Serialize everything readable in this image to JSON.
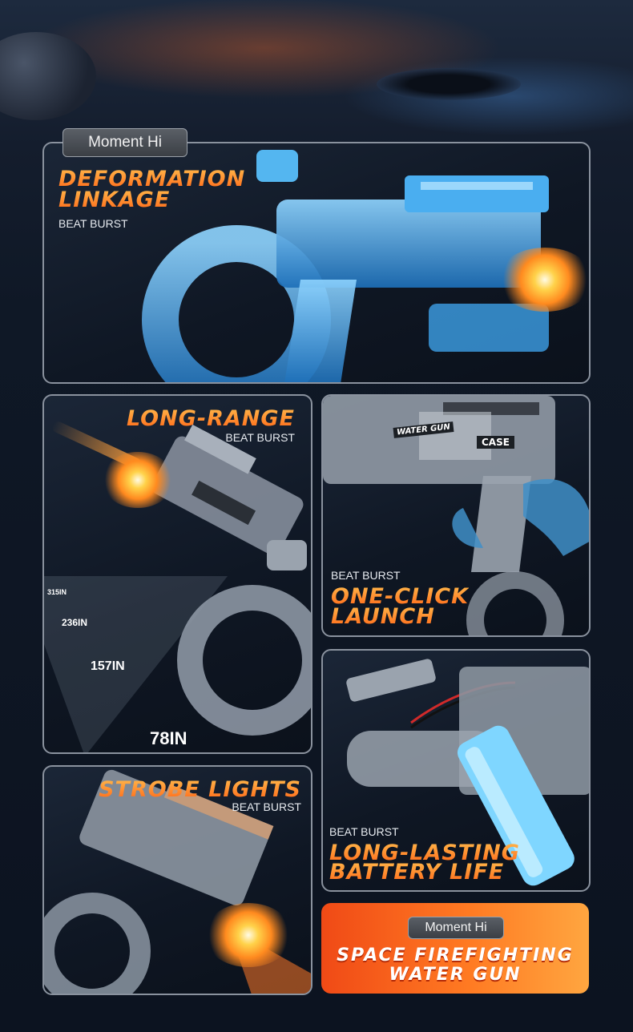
{
  "cards": {
    "deformation": {
      "brand_tag": "Moment Hi",
      "title_line1": "DEFORMATION",
      "title_line2": "LINKAGE",
      "subtitle": "BEAT BURST"
    },
    "long_range": {
      "title": "LONG-RANGE",
      "subtitle": "BEAT BURST",
      "distances": [
        "315IN",
        "236IN",
        "157IN",
        "78IN"
      ]
    },
    "one_click": {
      "subtitle": "BEAT BURST",
      "title_line1": "ONE-CLICK",
      "title_line2": "LAUNCH",
      "decals": [
        "WATER GUN",
        "CASE"
      ]
    },
    "strobe": {
      "title": "STROBE LIGHTS",
      "subtitle": "BEAT BURST"
    },
    "battery": {
      "subtitle": "BEAT BURST",
      "title_line1": "LONG-LASTING",
      "title_line2": "BATTERY LIFE"
    }
  },
  "cta": {
    "brand_tag": "Moment Hi",
    "title_line1": "SPACE FIREFIGHTING",
    "title_line2": "WATER GUN"
  },
  "colors": {
    "accent_orange": "#ff6a1a",
    "gun_blue": "#2f8fd6",
    "gun_gray": "#8c96a3",
    "card_border": "#8a929e"
  }
}
